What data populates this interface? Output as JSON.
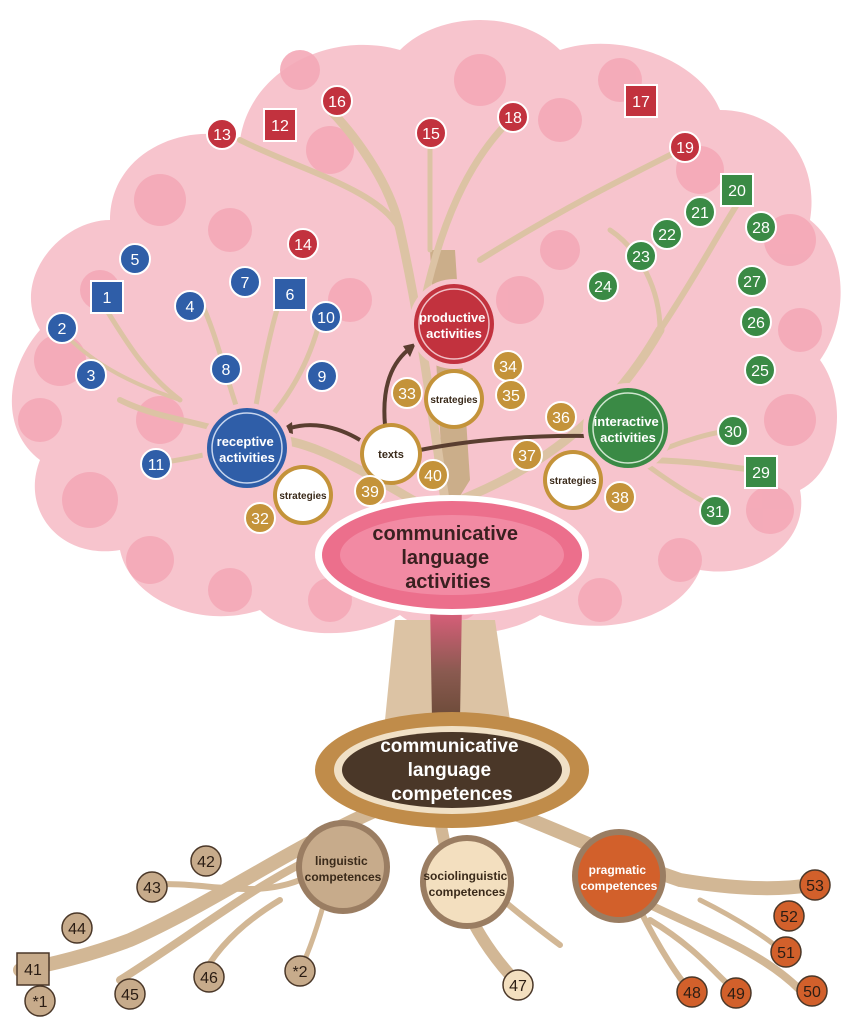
{
  "labels": {
    "productive": [
      "productive",
      "activities"
    ],
    "receptive": [
      "receptive",
      "activities"
    ],
    "interactive": [
      "interactive",
      "activities"
    ],
    "strategies": "strategies",
    "texts": "texts",
    "activities_main": [
      "communicative",
      "language",
      "activities"
    ],
    "competences_main": [
      "communicative",
      "language",
      "competences"
    ],
    "linguistic": [
      "linguistic",
      "competences"
    ],
    "sociolinguistic": [
      "sociolinguistic",
      "competences"
    ],
    "pragmatic": [
      "pragmatic",
      "competences"
    ]
  },
  "badges": {
    "receptive": [
      "1",
      "2",
      "3",
      "4",
      "5",
      "6",
      "7",
      "8",
      "9",
      "10",
      "11"
    ],
    "productive": [
      "12",
      "13",
      "14",
      "15",
      "16",
      "17",
      "18",
      "19"
    ],
    "interactive": [
      "20",
      "21",
      "22",
      "23",
      "24",
      "25",
      "26",
      "27",
      "28",
      "29",
      "30",
      "31"
    ],
    "strategies": [
      "32",
      "33",
      "34",
      "35",
      "36",
      "37",
      "38",
      "39",
      "40"
    ],
    "linguistic": [
      "41",
      "*1",
      "42",
      "43",
      "44",
      "45",
      "46",
      "*2"
    ],
    "sociolinguistic": [
      "47"
    ],
    "pragmatic": [
      "48",
      "49",
      "50",
      "51",
      "52",
      "53"
    ]
  },
  "colors": {
    "receptive": "#2f5ea8",
    "productive": "#c2323e",
    "interactive": "#3a8a45",
    "strategies": "#c4933a",
    "linguistic": "#c7ab8b",
    "sociolinguistic": "#f3dfbf",
    "pragmatic": "#d2602b",
    "foliage": "#f7c4cd",
    "foliage_dark": "#f4a9b7",
    "trunk": "#dcc3a4",
    "trunk_dark": "#8a6a4e",
    "activities_ellipse": "#ec6f8c",
    "competences_ring": "#c08c4a",
    "competences_core": "#4a3728"
  }
}
